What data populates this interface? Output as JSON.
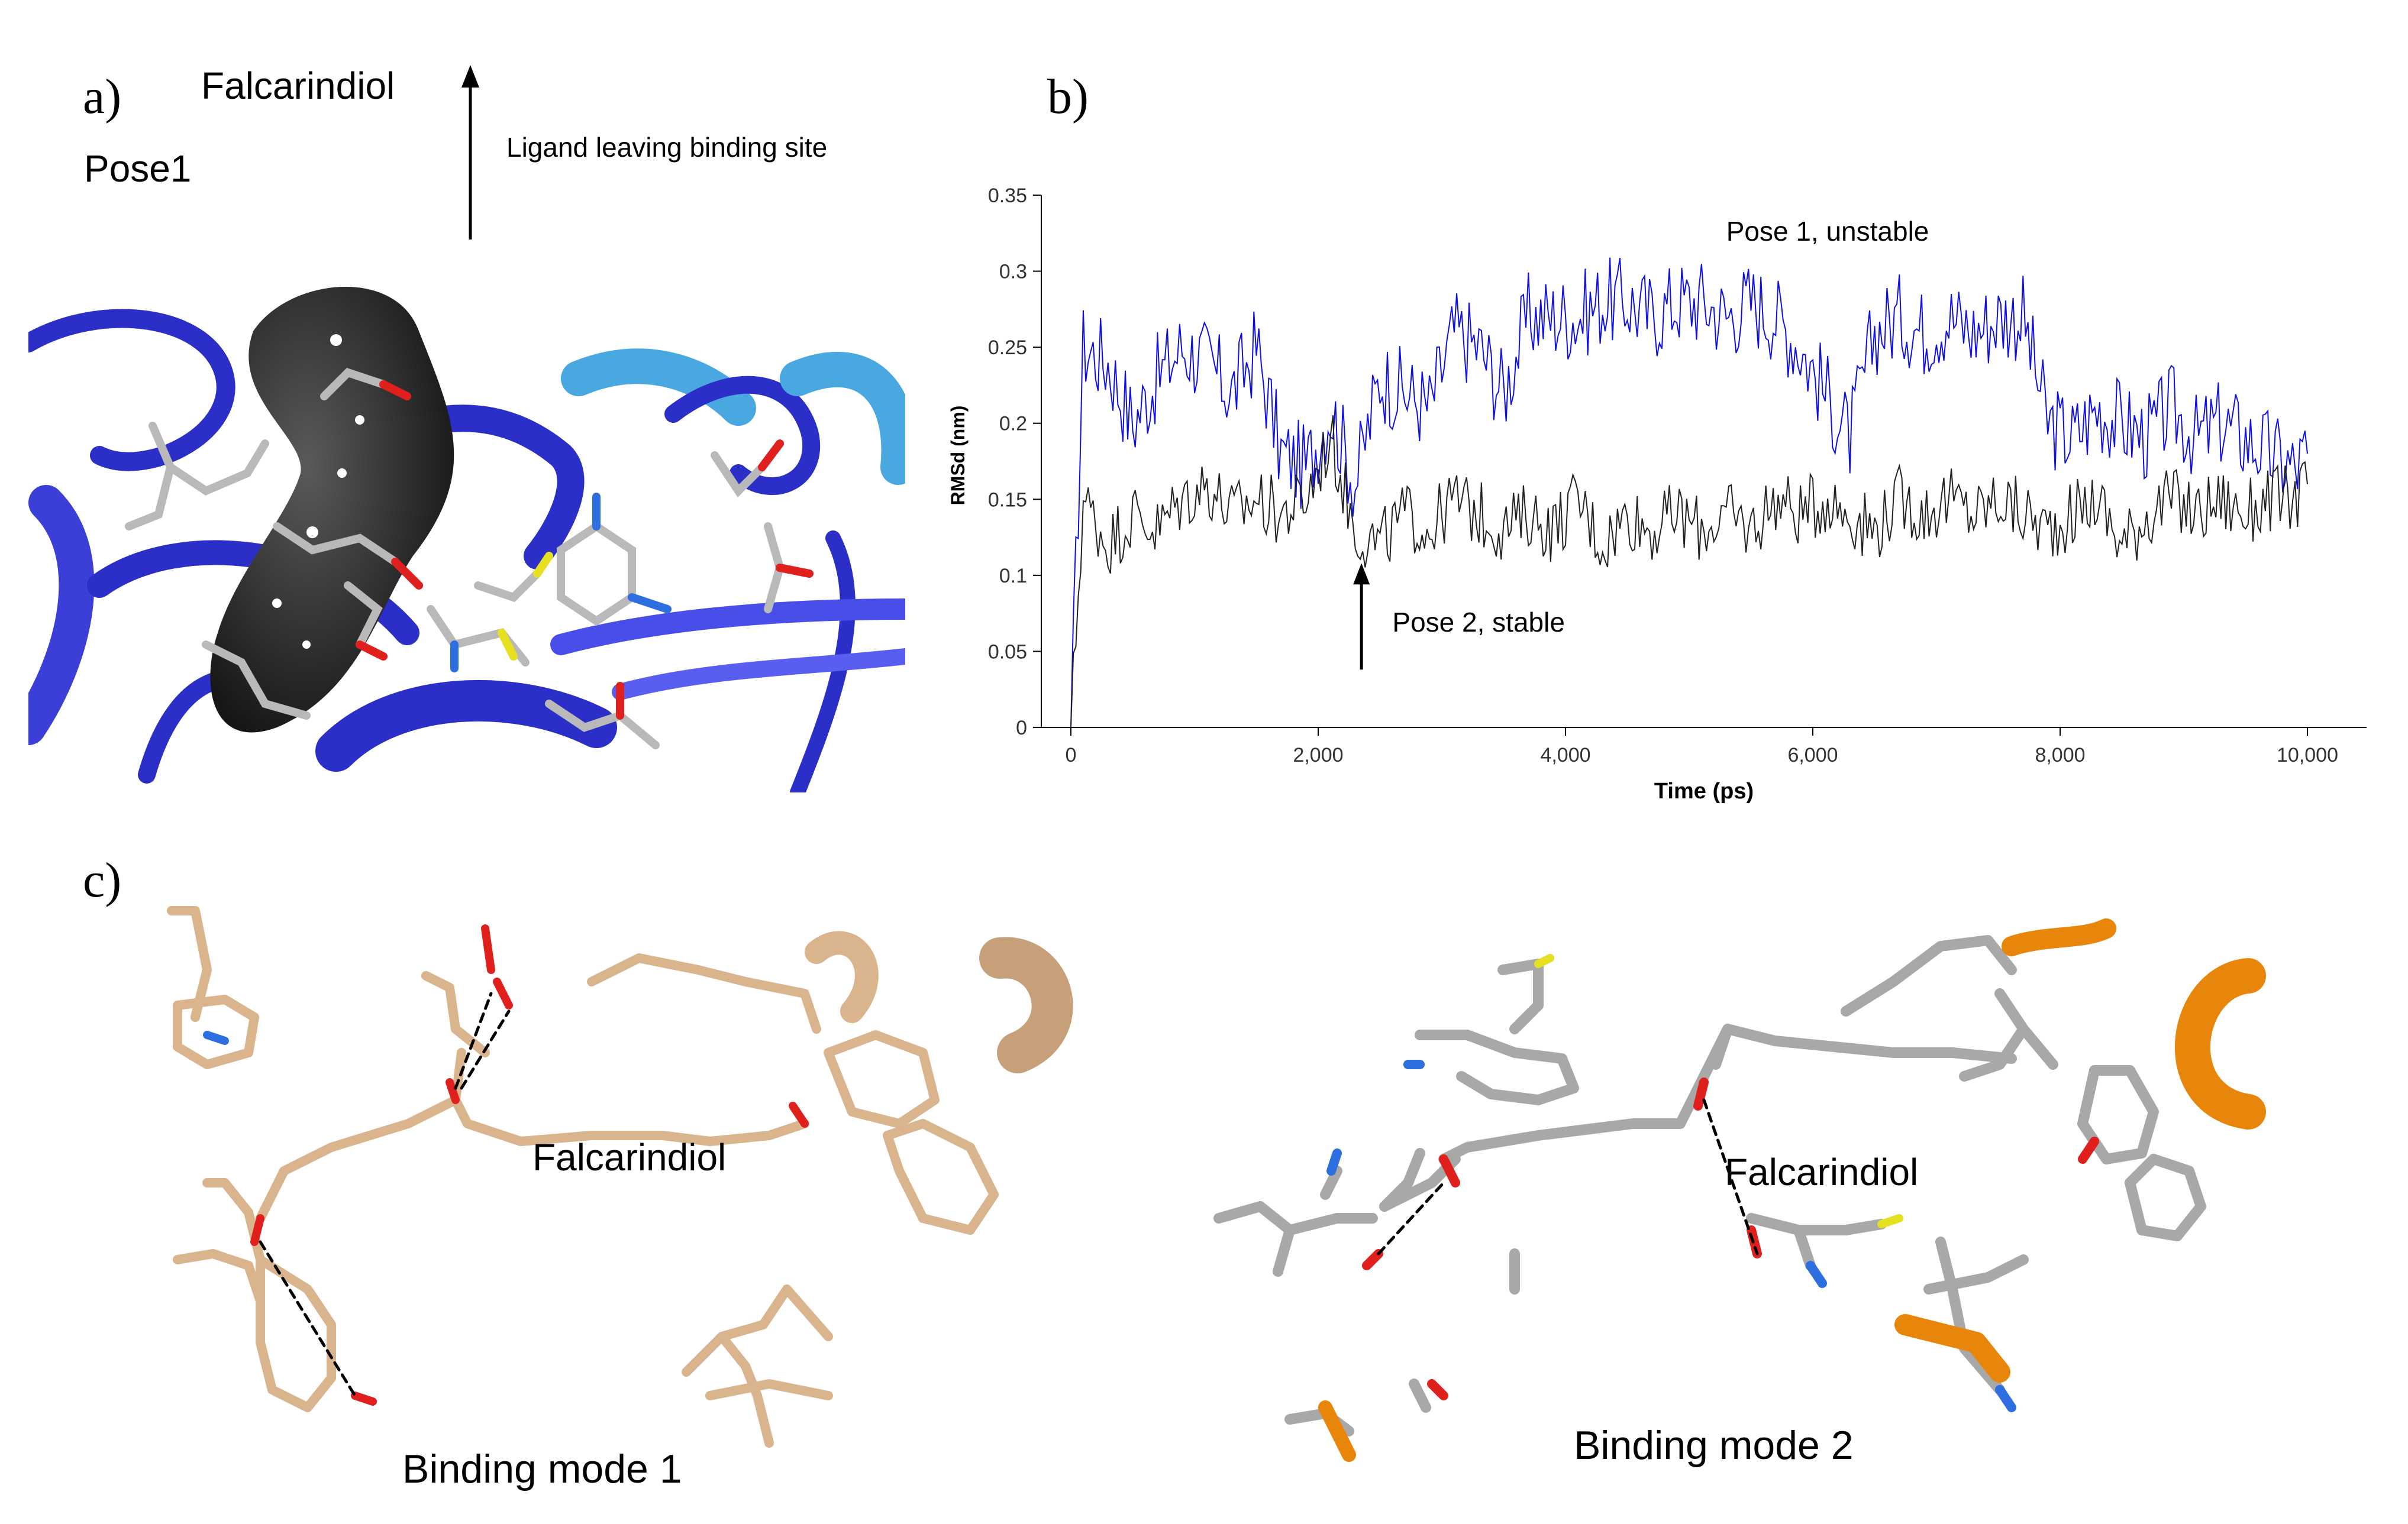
{
  "figure": {
    "panel_letters": {
      "a": "a)",
      "b": "b)",
      "c": "c)"
    },
    "panel_a": {
      "ligand_name": "Falcarindiol",
      "pose_label": "Pose1",
      "arrow_caption": "Ligand leaving binding site",
      "colors": {
        "protein": "#2b2fc8",
        "protein_light": "#4aa8e0",
        "ligand_surface": "#2a2a2a",
        "carbon": "#b9b9b9",
        "oxygen": "#e0201c",
        "nitrogen": "#2d6fe0",
        "sulfur": "#e5e020"
      }
    },
    "panel_c": {
      "mode1": {
        "ligand_name": "Falcarindiol",
        "caption": "Binding mode 1",
        "color": "#d9b48c"
      },
      "mode2": {
        "ligand_name": "Falcarindiol",
        "caption": "Binding mode 2",
        "color": "#a8a8a8",
        "accent": "#e8860c"
      }
    }
  },
  "chart_data": {
    "type": "line",
    "title": "",
    "xlabel": "Time (ps)",
    "ylabel": "RMSd (nm)",
    "xlim": [
      0,
      10000
    ],
    "ylim": [
      0,
      0.35
    ],
    "x_ticks": [
      "0",
      "2,000",
      "4,000",
      "6,000",
      "8,000",
      "10,000"
    ],
    "y_ticks": [
      "0",
      "0.05",
      "0.1",
      "0.15",
      "0.2",
      "0.25",
      "0.3",
      "0.35"
    ],
    "grid": false,
    "annotations": [
      {
        "text": "Pose 1, unstable"
      },
      {
        "text": "Pose 2, stable",
        "arrow_at_x": 2350
      }
    ],
    "series": [
      {
        "color": "#1010e0",
        "x": [
          0,
          100,
          300,
          500,
          700,
          900,
          1100,
          1300,
          1500,
          1700,
          1900,
          2100,
          2300,
          2500,
          2700,
          2900,
          3100,
          3300,
          3500,
          3700,
          3900,
          4100,
          4300,
          4500,
          4700,
          4900,
          5100,
          5300,
          5500,
          5700,
          5900,
          6100,
          6300,
          6500,
          6700,
          6900,
          7100,
          7300,
          7500,
          7700,
          7900,
          8100,
          8300,
          8500,
          8700,
          8900,
          9100,
          9300,
          9500,
          9700,
          9900,
          10000
        ],
        "values": [
          0.0,
          0.25,
          0.24,
          0.2,
          0.23,
          0.25,
          0.24,
          0.22,
          0.25,
          0.18,
          0.17,
          0.21,
          0.16,
          0.23,
          0.22,
          0.21,
          0.26,
          0.25,
          0.22,
          0.27,
          0.27,
          0.27,
          0.28,
          0.28,
          0.27,
          0.28,
          0.28,
          0.27,
          0.28,
          0.27,
          0.25,
          0.22,
          0.19,
          0.26,
          0.27,
          0.26,
          0.27,
          0.26,
          0.27,
          0.27,
          0.2,
          0.19,
          0.21,
          0.2,
          0.19,
          0.21,
          0.19,
          0.2,
          0.19,
          0.18,
          0.17,
          0.18
        ]
      },
      {
        "color": "#222222",
        "x": [
          0,
          100,
          300,
          500,
          700,
          900,
          1100,
          1300,
          1500,
          1700,
          1900,
          2100,
          2300,
          2500,
          2700,
          2900,
          3100,
          3300,
          3500,
          3700,
          3900,
          4100,
          4300,
          4500,
          4700,
          4900,
          5100,
          5300,
          5500,
          5700,
          5900,
          6100,
          6300,
          6500,
          6700,
          6900,
          7100,
          7300,
          7500,
          7700,
          7900,
          8100,
          8300,
          8500,
          8700,
          8900,
          9100,
          9300,
          9500,
          9700,
          9900,
          10000
        ],
        "values": [
          0.0,
          0.15,
          0.12,
          0.14,
          0.13,
          0.15,
          0.16,
          0.14,
          0.15,
          0.14,
          0.15,
          0.19,
          0.13,
          0.12,
          0.14,
          0.13,
          0.15,
          0.14,
          0.13,
          0.14,
          0.13,
          0.15,
          0.12,
          0.14,
          0.13,
          0.14,
          0.13,
          0.14,
          0.13,
          0.15,
          0.14,
          0.15,
          0.14,
          0.13,
          0.15,
          0.14,
          0.15,
          0.14,
          0.15,
          0.14,
          0.13,
          0.14,
          0.15,
          0.12,
          0.14,
          0.15,
          0.14,
          0.15,
          0.14,
          0.15,
          0.15,
          0.16
        ]
      }
    ]
  }
}
